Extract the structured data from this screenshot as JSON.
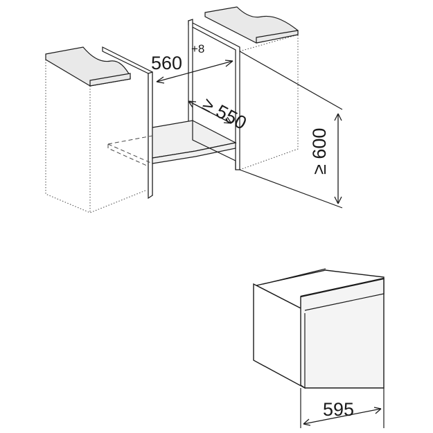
{
  "dimensions": {
    "niche_width": "560",
    "niche_width_tolerance": "+8",
    "niche_depth": "≥ 550",
    "niche_height": "≥ 600",
    "appliance_width": "595"
  }
}
